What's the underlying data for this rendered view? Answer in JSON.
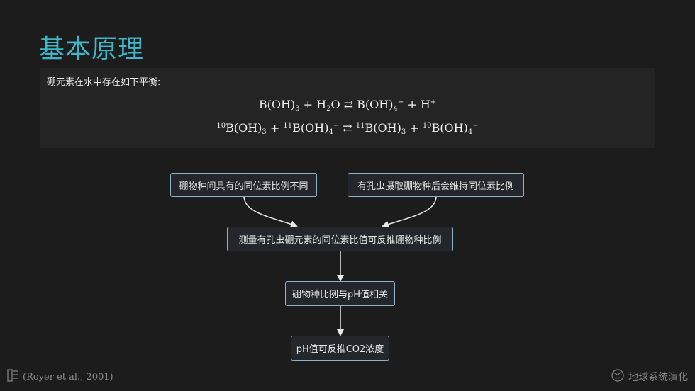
{
  "slide": {
    "title": "基本原理",
    "intro": "硼元素在水中存在如下平衡:",
    "citation": "(Royer et al., 2001)",
    "brand": "地球系统演化"
  },
  "equation1": {
    "reactant1": "B(OH)",
    "reactant1_sub": "3",
    "plus1": "+",
    "reactant2_a": "H",
    "reactant2_sub": "2",
    "reactant2_b": "O",
    "arrow": "⇄",
    "product1": "B(OH)",
    "product1_sub": "4",
    "product1_sup": "−",
    "plus2": "+",
    "product2": "H",
    "product2_sup": "+"
  },
  "equation2": {
    "iso1": "10",
    "species1": "B(OH)",
    "species1_sub": "3",
    "plus1": "+",
    "iso2": "11",
    "species2": "B(OH)",
    "species2_sub": "4",
    "species2_sup": "−",
    "arrow": "⇄",
    "iso3": "11",
    "species3": "B(OH)",
    "species3_sub": "3",
    "plus2": "+",
    "iso4": "10",
    "species4": "B(OH)",
    "species4_sub": "4",
    "species4_sup": "−"
  },
  "flowchart": {
    "node1": "硼物种间具有的同位素比例不同",
    "node2": "有孔虫摄取硼物种后会维持同位素比例",
    "node3": "测量有孔虫硼元素的同位素比值可反推硼物种比例",
    "node4": "硼物种比例与pH值相关",
    "node5": "pH值可反推CO2浓度"
  },
  "colors": {
    "background": "#1c1c1c",
    "title": "#3fb6c8",
    "node_border": "#8fb2c6"
  },
  "icons": {
    "citation_icon": "book-icon",
    "brand_icon": "globe-icon"
  }
}
